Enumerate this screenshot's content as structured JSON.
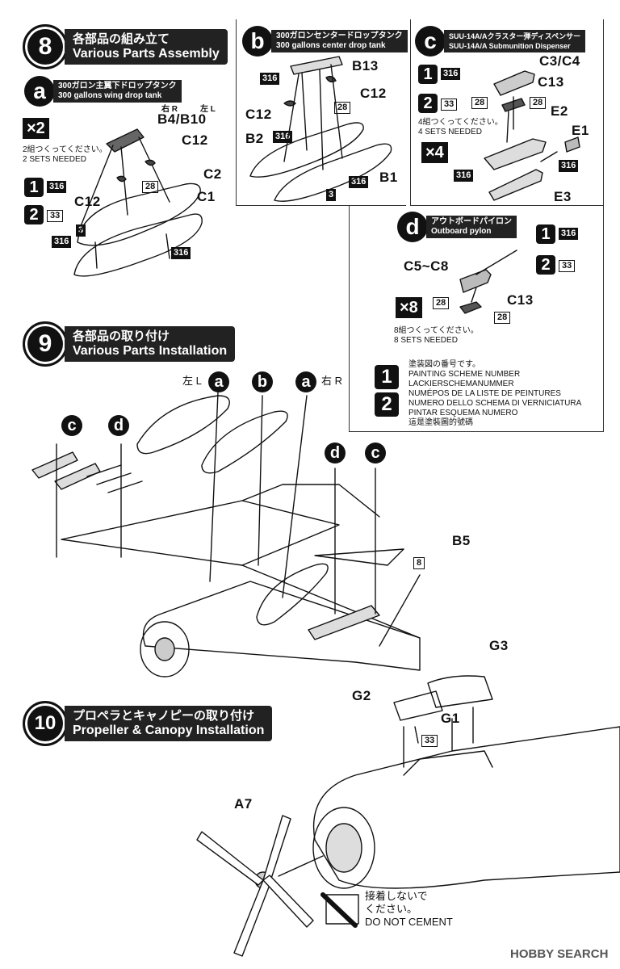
{
  "step8": {
    "num": "8",
    "title_jp": "各部品の組み立て",
    "title_en": "Various Parts Assembly"
  },
  "step9": {
    "num": "9",
    "title_jp": "各部品の取り付け",
    "title_en": "Various Parts Installation"
  },
  "step10": {
    "num": "10",
    "title_jp": "プロペラとキャノピーの取り付け",
    "title_en": "Propeller & Canopy Installation"
  },
  "sub_a": {
    "letter": "a",
    "label_jp": "300ガロン主翼下ドロップタンク",
    "label_en": "300 gallons wing drop tank",
    "mult": "×2",
    "note_jp": "2組つくってください。",
    "note_en": "2 SETS NEEDED",
    "right_jp": "右 R",
    "left_jp": "左 L",
    "parts": [
      "B4/B10",
      "C12",
      "C2",
      "C1",
      "C12"
    ],
    "codes": [
      "316",
      "33",
      "28",
      "3",
      "316",
      "316"
    ]
  },
  "sub_b": {
    "letter": "b",
    "label_jp": "300ガロンセンタードロップタンク",
    "label_en": "300 gallons center drop tank",
    "parts": [
      "B13",
      "C12",
      "C12",
      "B2",
      "B1"
    ],
    "codes": [
      "316",
      "28",
      "316",
      "316",
      "3"
    ]
  },
  "sub_c": {
    "letter": "c",
    "label_jp": "SUU-14A/Aクラスター弾ディスペンサー",
    "label_en": "SUU-14A/A Submunition Dispenser",
    "mult": "×4",
    "note_jp": "4組つくってください。",
    "note_en": "4 SETS NEEDED",
    "parts": [
      "C3/C4",
      "C13",
      "E2",
      "E1",
      "E3"
    ],
    "codes": [
      "316",
      "33",
      "28",
      "28",
      "316",
      "316"
    ]
  },
  "sub_d": {
    "letter": "d",
    "label_jp": "アウトボードパイロン",
    "label_en": "Outboard pylon",
    "mult": "×8",
    "note_jp": "8組つくってください。",
    "note_en": "8 SETS NEEDED",
    "parts": [
      "C5~C8",
      "C13"
    ],
    "codes": [
      "316",
      "33",
      "28",
      "28"
    ]
  },
  "legend": {
    "lines": [
      "塗装図の番号です。",
      "PAINTING SCHEME NUMBER",
      "LACKIERSCHEMANUMMER",
      "NUMÉPOS DE LA LISTE DE PEINTURES",
      "NUMERO DELLO SCHEMA DI VERNICIATURA",
      "PINTAR ESQUEMA NUMERO",
      "這是塗裝圖的號碼"
    ],
    "scheme1": "1",
    "scheme2": "2"
  },
  "step9_labels": {
    "left": "左 L",
    "right": "右 R",
    "a": "a",
    "b": "b",
    "c": "c",
    "d": "d",
    "b5": "B5",
    "code8": "8"
  },
  "step10_labels": {
    "g3": "G3",
    "g2": "G2",
    "g1": "G1",
    "code33": "33",
    "a7": "A7",
    "no_cement_jp1": "接着しないで",
    "no_cement_jp2": "ください。",
    "no_cement_en": "DO NOT CEMENT"
  },
  "watermark": {
    "text": "HOBBY SEARCH"
  },
  "colors": {
    "ink": "#111111",
    "paper": "#ffffff",
    "label_bg": "#222222"
  }
}
